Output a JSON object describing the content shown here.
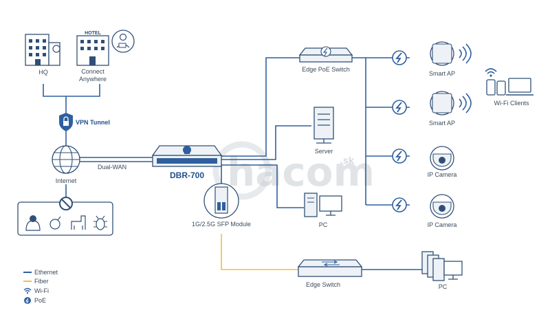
{
  "nodes": {
    "hq": "HQ",
    "connect_anywhere_1": "Connect",
    "connect_anywhere_2": "Anywhere",
    "hotel_sign": "HOTEL",
    "vpn_tunnel": "VPN Tunnel",
    "internet": "Internet",
    "dual_wan": "Dual-WAN",
    "router": "DBR-700",
    "sfp_module": "1G/2.5G SFP Module",
    "edge_poe_switch": "Edge PoE Switch",
    "server": "Server",
    "pc": "PC",
    "edge_switch": "Edge Switch",
    "pc_group": "PC",
    "smart_ap_1": "Smart AP",
    "smart_ap_2": "Smart AP",
    "ip_camera_1": "IP Camera",
    "ip_camera_2": "IP Camera",
    "wifi_clients": "Wi-Fi Clients"
  },
  "legend": {
    "ethernet": "Ethernet",
    "fiber": "Fiber",
    "wifi": "Wi-Fi",
    "poe": "PoE"
  },
  "watermark": {
    "text": "hacom",
    "suffix": ".sk"
  },
  "colors": {
    "ethernet": "#2f5f9e",
    "fiber": "#e6c24a",
    "poe_circle": "#2f5f9e",
    "device_outline": "#2f4f76"
  }
}
